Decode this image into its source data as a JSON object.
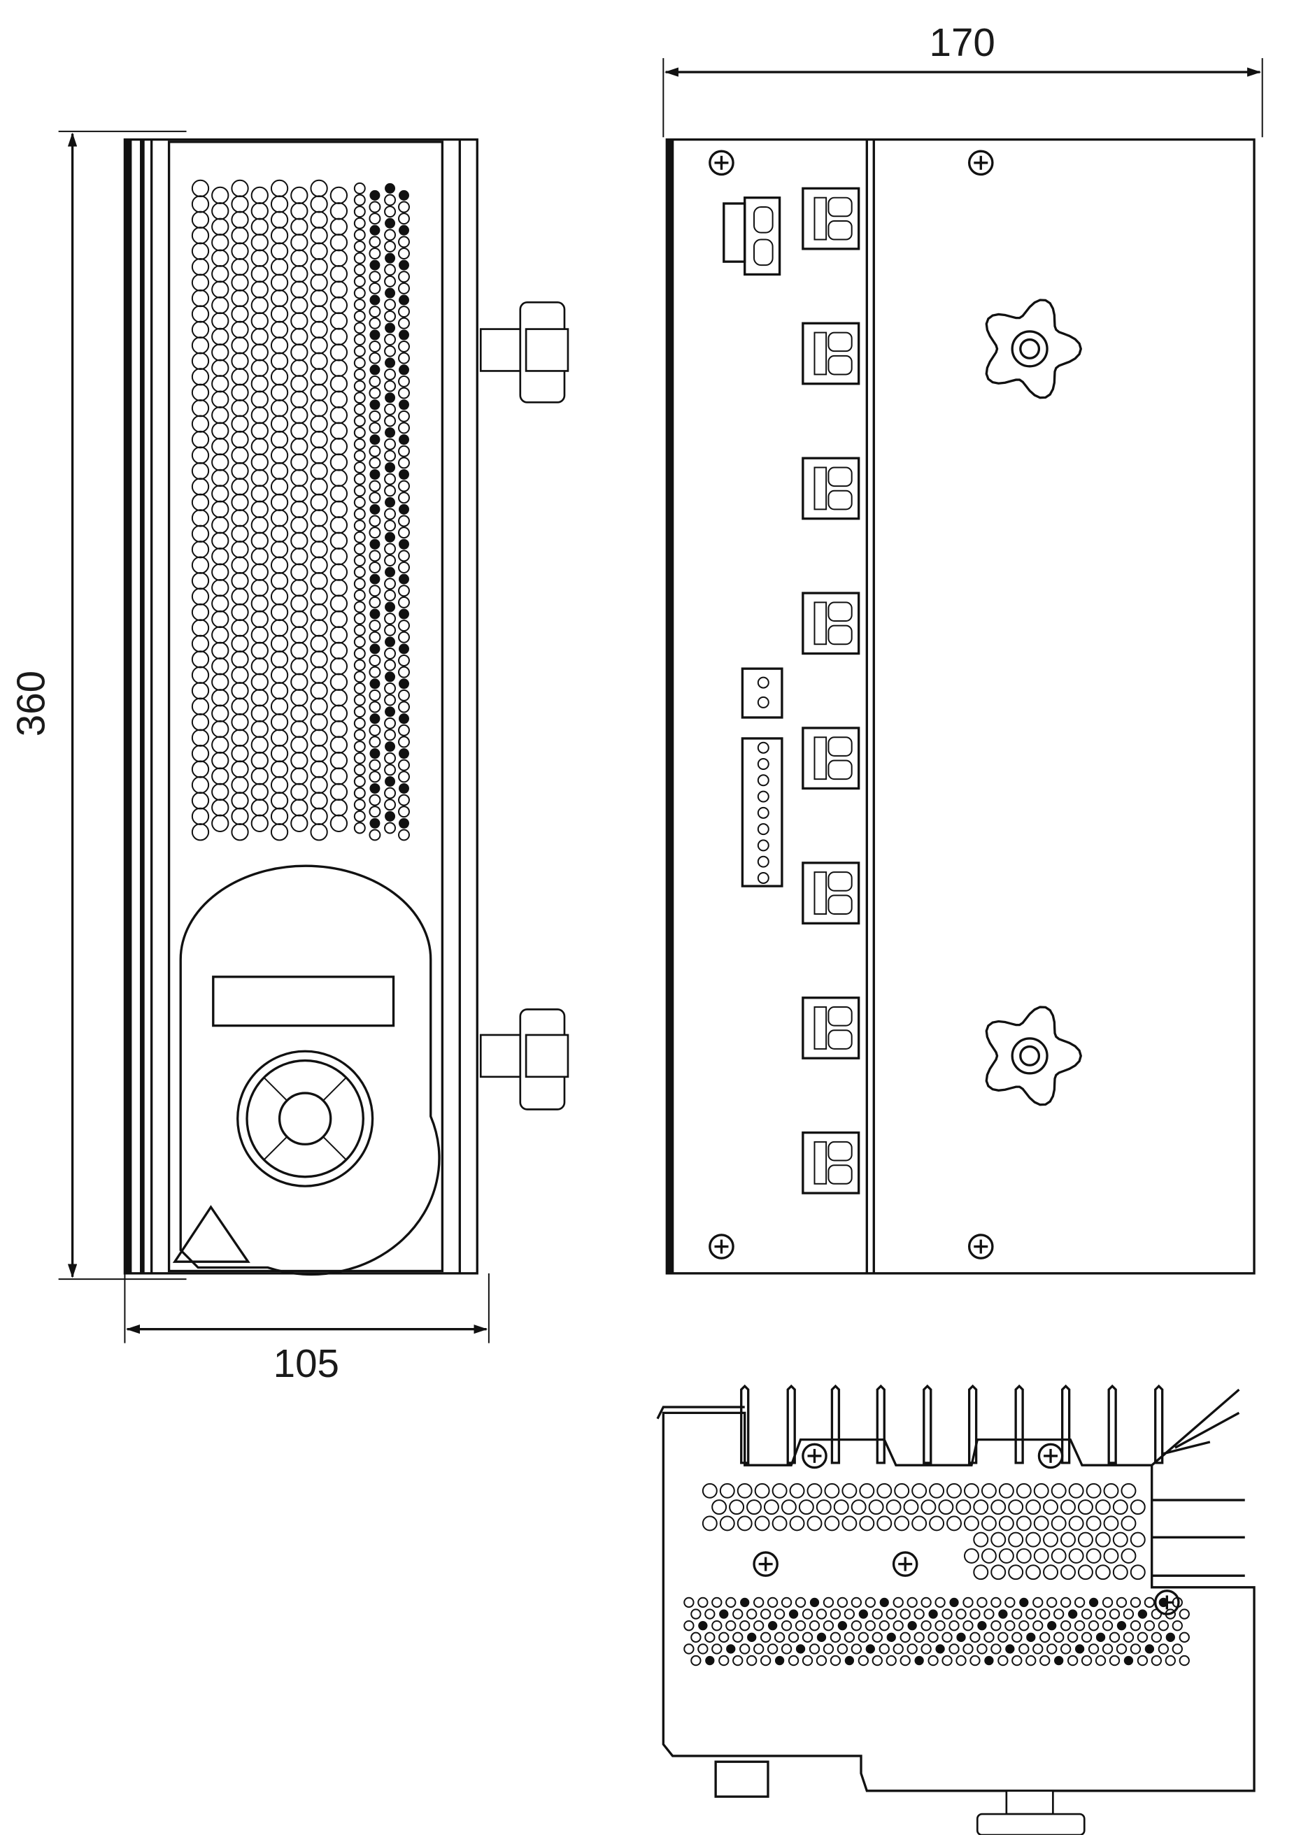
{
  "dimensions": {
    "height": "360",
    "width": "105",
    "depth": "170"
  },
  "colors": {
    "line": "#111111",
    "background": "#ffffff"
  }
}
